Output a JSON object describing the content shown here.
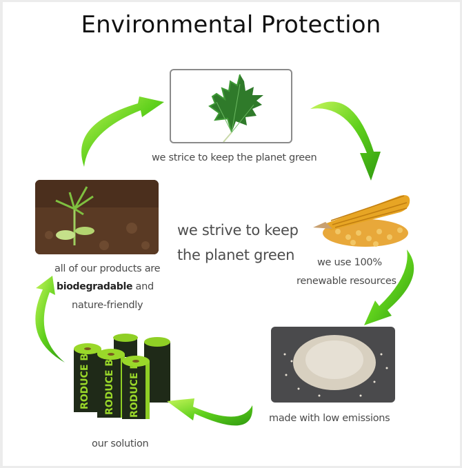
{
  "title": "Environmental Protection",
  "center": {
    "line1": "we strive to keep",
    "line2": "the planet green"
  },
  "steps": [
    {
      "id": "leaf",
      "image": "maple-leaf",
      "caption": "we strice to keep the planet green"
    },
    {
      "id": "corn",
      "image": "corn-cob-and-kernels",
      "caption_line1": "we use 100%",
      "caption_line2": "renewable resources"
    },
    {
      "id": "granules",
      "image": "biodegradable-resin-pellets",
      "caption": "made with low emissions"
    },
    {
      "id": "bags",
      "image": "green-bag-rolls",
      "caption": "our solution",
      "roll_text": "RODUCE B"
    },
    {
      "id": "sprout",
      "image": "seedling-in-soil",
      "caption_line1": "all of our products are",
      "caption_bold": "biodegradable",
      "caption_after_bold": " and",
      "caption_line3": "nature-friendly"
    }
  ],
  "colors": {
    "arrow_light": "#b6f23a",
    "arrow_mid": "#62d11e",
    "arrow_dark": "#2f9a10",
    "text": "#4a4a4a",
    "title": "#111111"
  }
}
